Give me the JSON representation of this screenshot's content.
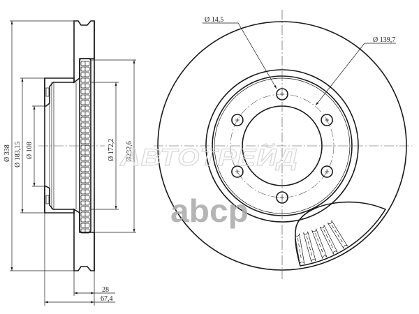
{
  "drawing": {
    "title": "Brake disc technical drawing",
    "colors": {
      "line": "#1a1a1a",
      "watermark_outline": "#d8d8d8",
      "watermark_fill": "#a9a9a9"
    }
  },
  "side_view": {
    "dimensions": {
      "outer_diameter": "Ø 338",
      "hat_diameter": "Ø 183,15",
      "center_bore": "Ø 108",
      "inner_friction_diameter": "Ø 172,2",
      "vent_outer_diameter": "Ø232,6",
      "thickness": "28",
      "total_height": "67,4"
    }
  },
  "front_view": {
    "dimensions": {
      "bolt_hole_diameter": "Ø 14,5",
      "bolt_circle_diameter": "Ø 139,7"
    },
    "bolt_hole_count": 6
  },
  "watermarks": {
    "brand_1": "АВТОТРЕЙД",
    "brand_2": "abcp"
  }
}
